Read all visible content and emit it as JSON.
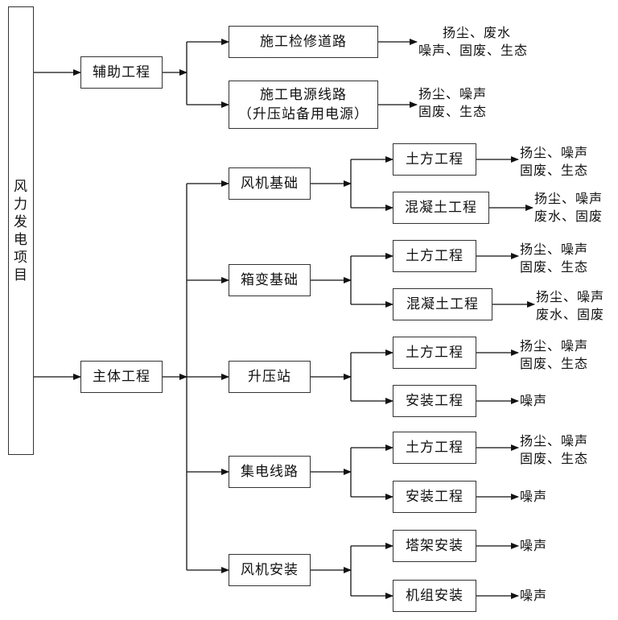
{
  "root": {
    "label_chars": [
      "风",
      "力",
      "发",
      "电",
      "项",
      "目"
    ]
  },
  "auxiliary": {
    "label": "辅助工程",
    "items": [
      {
        "label": "施工检修道路",
        "impacts": [
          "扬尘、废水",
          "噪声、固废、生态"
        ]
      },
      {
        "label_lines": [
          "施工电源线路",
          "（升压站备用电源）"
        ],
        "impacts": [
          "扬尘、噪声",
          "固废、生态"
        ]
      }
    ]
  },
  "main": {
    "label": "主体工程",
    "groups": [
      {
        "label": "风机基础",
        "children": [
          {
            "label": "土方工程",
            "impacts": [
              "扬尘、噪声",
              "固废、生态"
            ]
          },
          {
            "label": "混凝土工程",
            "impacts": [
              "扬尘、噪声",
              "废水、固废"
            ]
          }
        ]
      },
      {
        "label": "箱变基础",
        "children": [
          {
            "label": "土方工程",
            "impacts": [
              "扬尘、噪声",
              "固废、生态"
            ]
          },
          {
            "label": "混凝土工程",
            "impacts": [
              "扬尘、噪声",
              "废水、固废"
            ]
          }
        ]
      },
      {
        "label": "升压站",
        "children": [
          {
            "label": "土方工程",
            "impacts": [
              "扬尘、噪声",
              "固废、生态"
            ]
          },
          {
            "label": "安装工程",
            "impacts": [
              "噪声"
            ]
          }
        ]
      },
      {
        "label": "集电线路",
        "children": [
          {
            "label": "土方工程",
            "impacts": [
              "扬尘、噪声",
              "固废、生态"
            ]
          },
          {
            "label": "安装工程",
            "impacts": [
              "噪声"
            ]
          }
        ]
      },
      {
        "label": "风机安装",
        "children": [
          {
            "label": "塔架安装",
            "impacts": [
              "噪声"
            ]
          },
          {
            "label": "机组安装",
            "impacts": [
              "噪声"
            ]
          }
        ]
      }
    ]
  }
}
